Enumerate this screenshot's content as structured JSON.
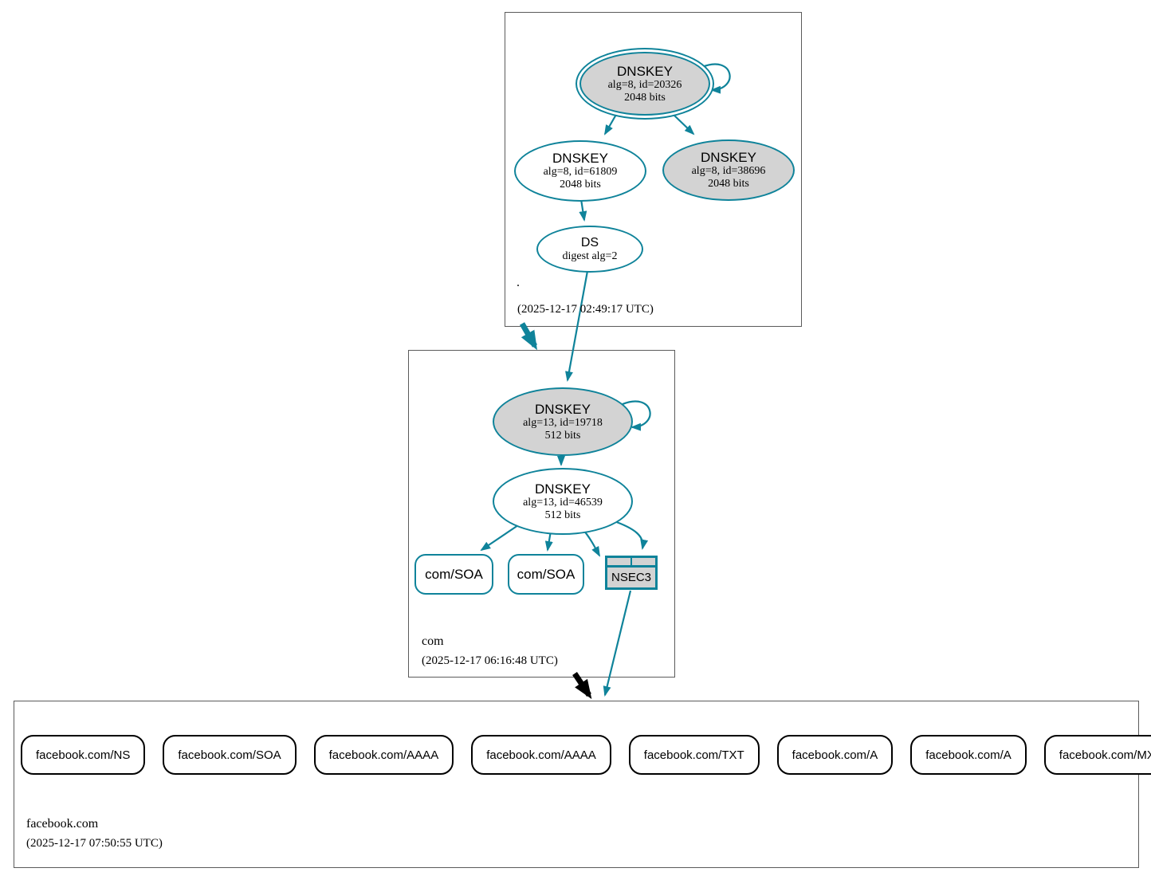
{
  "zones": {
    "root": {
      "label": ".",
      "timestamp": "(2025-12-17 02:49:17 UTC)",
      "nodes": {
        "ksk": {
          "title": "DNSKEY",
          "detail": "alg=8, id=20326",
          "bits": "2048 bits"
        },
        "zsk": {
          "title": "DNSKEY",
          "detail": "alg=8, id=61809",
          "bits": "2048 bits"
        },
        "key2": {
          "title": "DNSKEY",
          "detail": "alg=8, id=38696",
          "bits": "2048 bits"
        },
        "ds": {
          "title": "DS",
          "detail": "digest alg=2"
        }
      }
    },
    "com": {
      "label": "com",
      "timestamp": "(2025-12-17 06:16:48 UTC)",
      "nodes": {
        "ksk": {
          "title": "DNSKEY",
          "detail": "alg=13, id=19718",
          "bits": "512 bits"
        },
        "zsk": {
          "title": "DNSKEY",
          "detail": "alg=13, id=46539",
          "bits": "512 bits"
        },
        "soa1": {
          "label": "com/SOA"
        },
        "soa2": {
          "label": "com/SOA"
        },
        "nsec3": {
          "label": "NSEC3"
        }
      }
    },
    "facebook": {
      "label": "facebook.com",
      "timestamp": "(2025-12-17 07:50:55 UTC)",
      "rrsets": [
        "facebook.com/NS",
        "facebook.com/SOA",
        "facebook.com/AAAA",
        "facebook.com/AAAA",
        "facebook.com/TXT",
        "facebook.com/A",
        "facebook.com/A",
        "facebook.com/MX"
      ]
    }
  },
  "edges": [
    {
      "from": "root-dnskey-20326",
      "to": "root-dnskey-20326",
      "type": "self-sign"
    },
    {
      "from": "root-dnskey-20326",
      "to": "root-dnskey-61809",
      "type": "sign"
    },
    {
      "from": "root-dnskey-20326",
      "to": "root-dnskey-38696",
      "type": "sign"
    },
    {
      "from": "root-dnskey-61809",
      "to": "root-ds",
      "type": "sign"
    },
    {
      "from": "root-ds",
      "to": "com-dnskey-19718",
      "type": "ds-reference"
    },
    {
      "from": "root",
      "to": "com",
      "type": "secure-delegation"
    },
    {
      "from": "com-dnskey-19718",
      "to": "com-dnskey-19718",
      "type": "self-sign"
    },
    {
      "from": "com-dnskey-19718",
      "to": "com-dnskey-46539",
      "type": "sign"
    },
    {
      "from": "com-dnskey-46539",
      "to": "com-soa-1",
      "type": "sign"
    },
    {
      "from": "com-dnskey-46539",
      "to": "com-soa-2",
      "type": "sign"
    },
    {
      "from": "com-dnskey-46539",
      "to": "com-nsec3",
      "type": "sign"
    },
    {
      "from": "com-dnskey-46539",
      "to": "com-nsec3",
      "type": "sign"
    },
    {
      "from": "com-nsec3",
      "to": "facebook.com",
      "type": "nsec3-proof"
    },
    {
      "from": "com",
      "to": "facebook.com",
      "type": "insecure-delegation"
    }
  ],
  "colors": {
    "secure": "#0f839a",
    "insecure": "#000000",
    "node_fill": "#d3d3d3",
    "cluster_border": "#5b5b5b"
  }
}
